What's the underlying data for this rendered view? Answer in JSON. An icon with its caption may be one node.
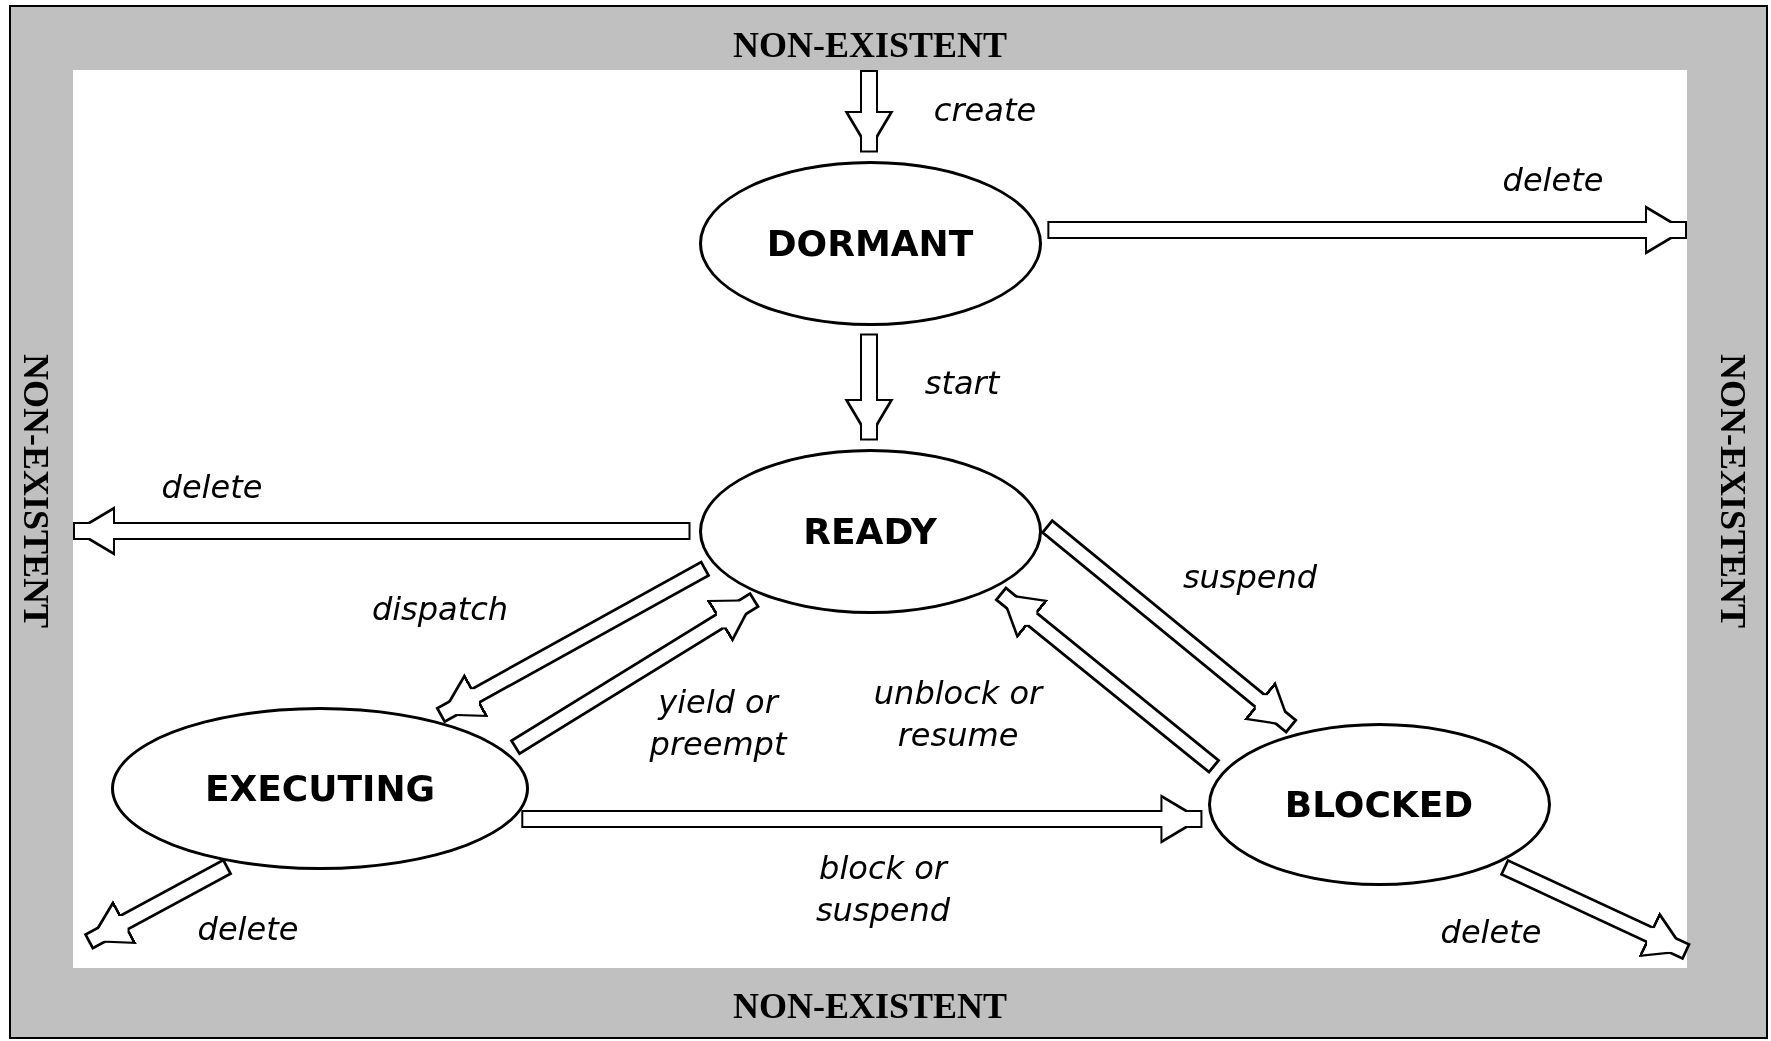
{
  "diagram": {
    "nodes": [
      {
        "text": [
          "NON-EXISTENT",
          "NON-EXISTENT",
          "NON-EXISTENT",
          "NON-EXISTENT"
        ]
      },
      {
        "text": [
          "DORMANT"
        ],
        "in": 0
      },
      {
        "text": [
          "READY"
        ],
        "in": 0
      },
      {
        "text": [
          "EXECUTING"
        ],
        "in": 0
      },
      {
        "text": [
          "BLOCKED"
        ],
        "in": 0
      }
    ],
    "edges": [
      {
        "from": 0,
        "to": 1,
        "arrow": "to",
        "label": "create"
      },
      {
        "from": 1,
        "to": 0,
        "arrow": "to",
        "label": "delete"
      },
      {
        "from": 1,
        "to": 2,
        "arrow": "to",
        "label": "start"
      },
      {
        "from": 2,
        "to": 0,
        "arrow": "to",
        "label": "delete"
      },
      {
        "from": 2,
        "to": 3,
        "arrow": "to",
        "label": "dispatch"
      },
      {
        "from": 3,
        "to": 2,
        "arrow": "to",
        "label": "yield or preempt"
      },
      {
        "from": 2,
        "to": 4,
        "arrow": "to",
        "label": "suspend"
      },
      {
        "from": 4,
        "to": 2,
        "arrow": "to",
        "label": "unblock or resume"
      },
      {
        "from": 3,
        "to": 4,
        "arrow": "to",
        "label": "block or suspend"
      },
      {
        "from": 3,
        "to": 0,
        "arrow": "to",
        "label": "delete"
      },
      {
        "from": 4,
        "to": 0,
        "arrow": "to",
        "label": "delete"
      }
    ]
  }
}
